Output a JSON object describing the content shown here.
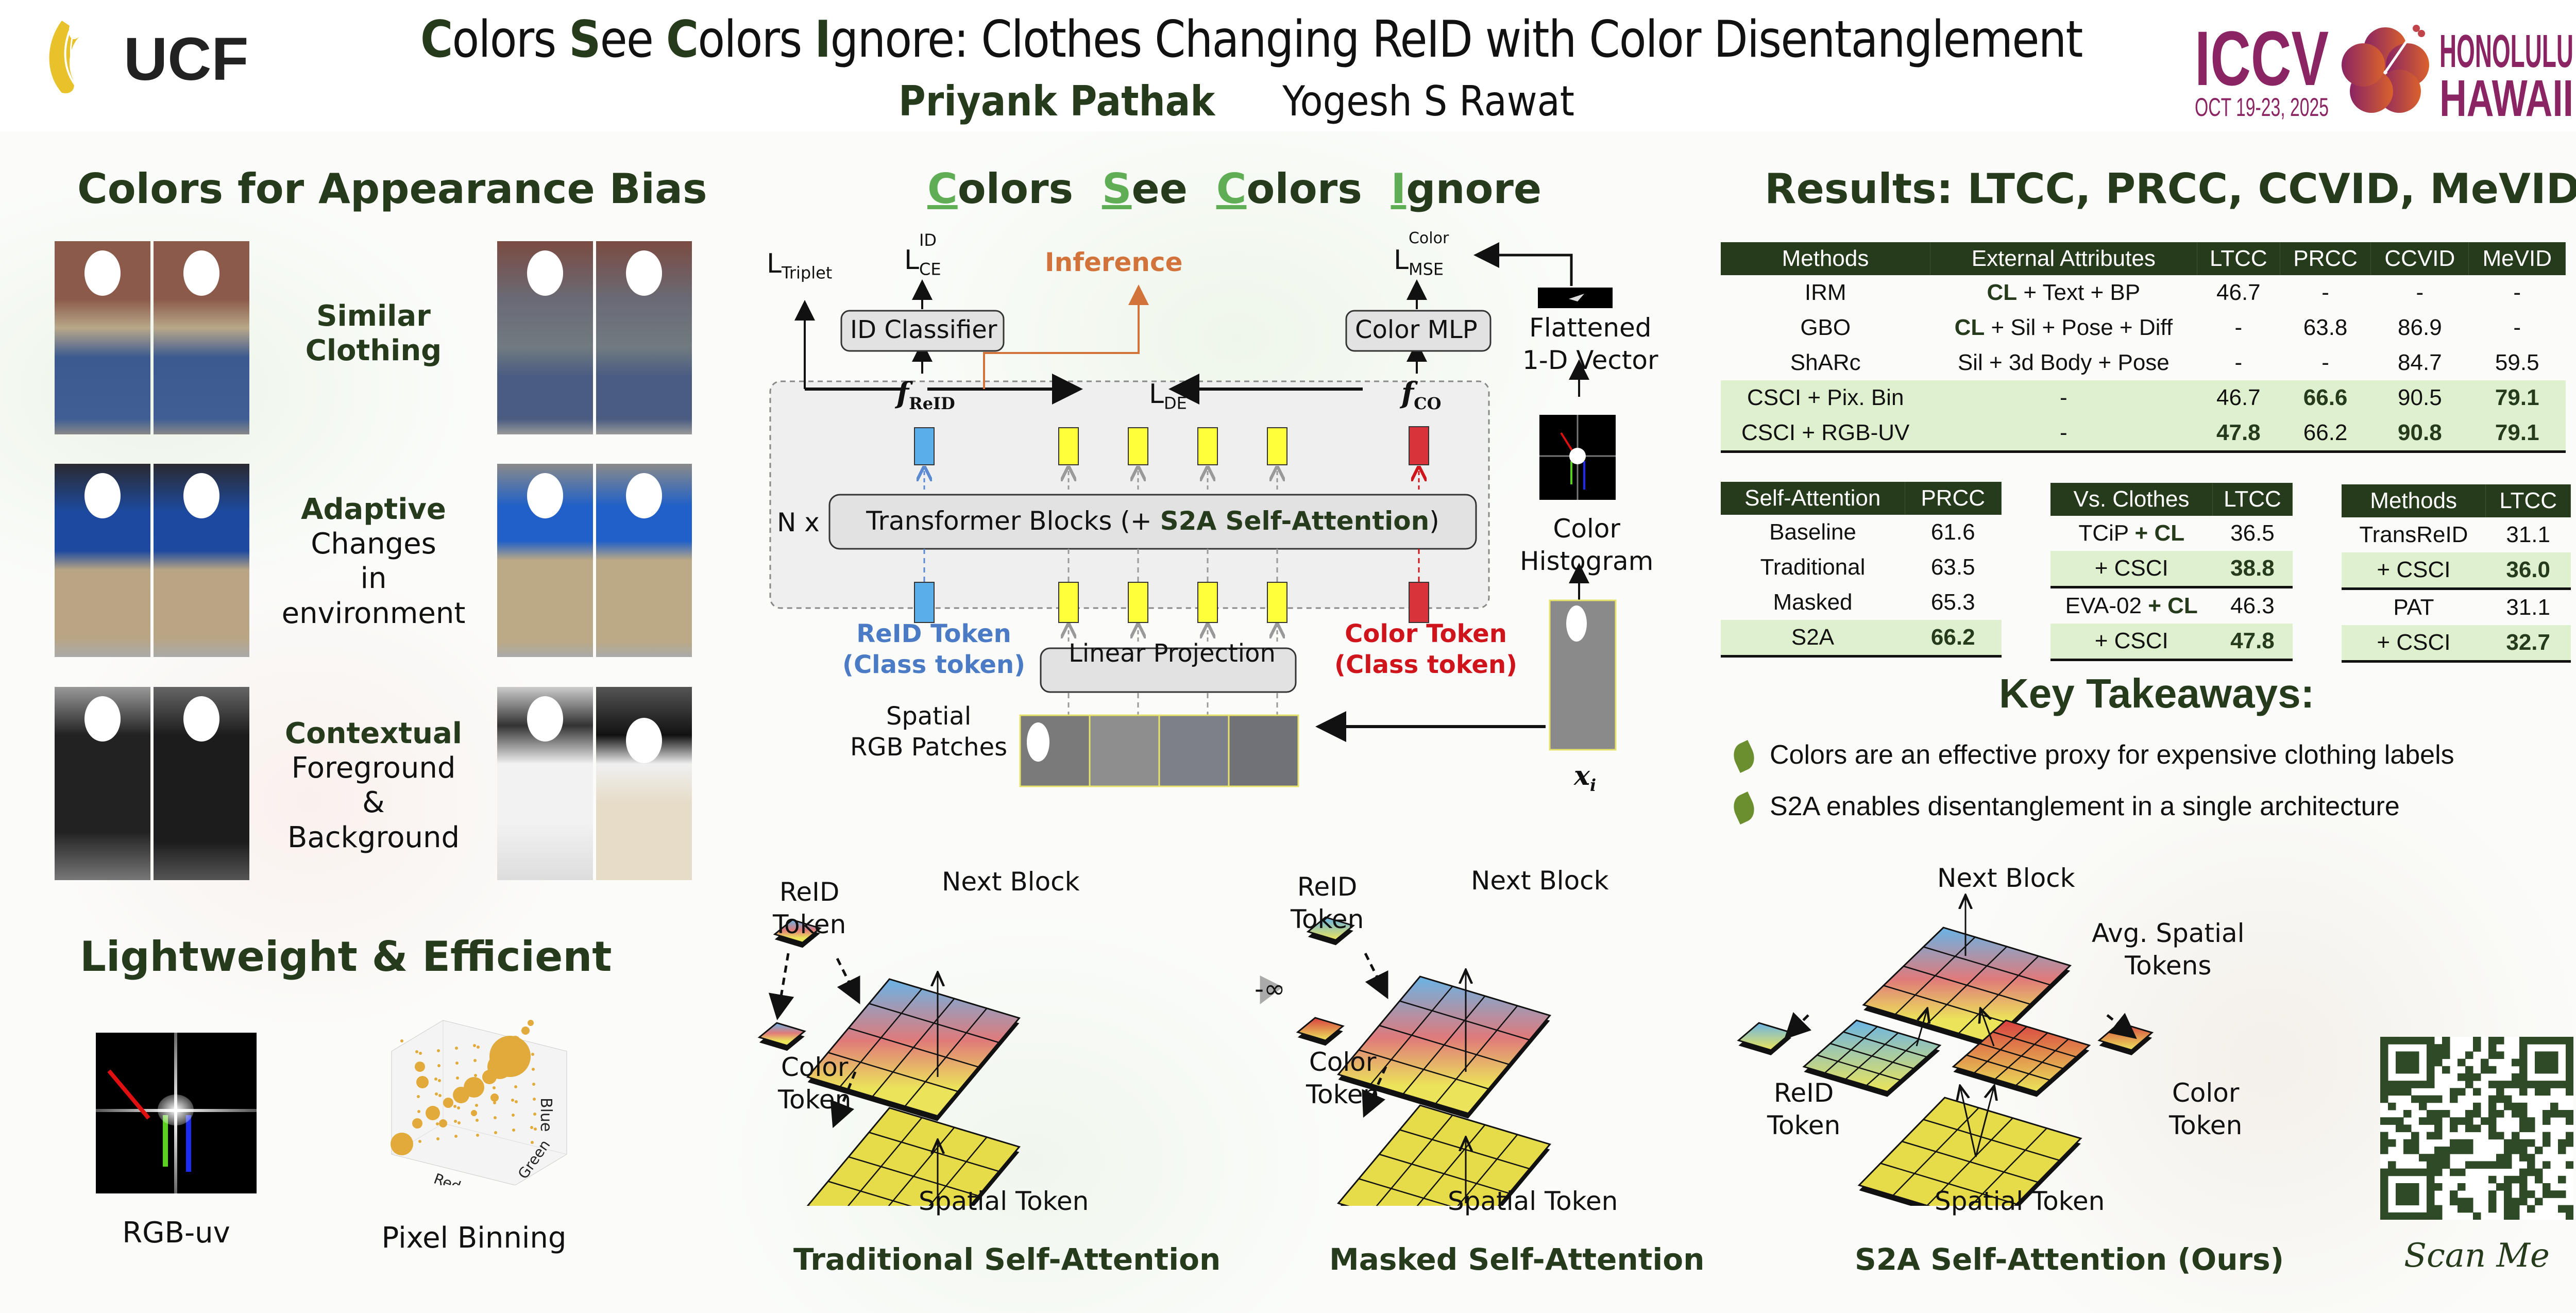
{
  "header": {
    "university": "UCF",
    "title_parts": [
      {
        "text": "C",
        "accent": true
      },
      {
        "text": "olors ",
        "accent": false
      },
      {
        "text": "S",
        "accent": true
      },
      {
        "text": "ee ",
        "accent": false
      },
      {
        "text": "C",
        "accent": true
      },
      {
        "text": "olors ",
        "accent": false
      },
      {
        "text": "I",
        "accent": true
      },
      {
        "text": "gnore: Clothes Changing ReID with Color Disentanglement",
        "accent": false
      }
    ],
    "authors": [
      "Priyank Pathak",
      "Yogesh S Rawat"
    ],
    "conference": {
      "name": "ICCV",
      "dates": "OCT 19-23, 2025",
      "city": "HONOLULU",
      "state": "HAWAII"
    }
  },
  "colors": {
    "dark_green": "#263a1c",
    "light_green": "#5fae55",
    "header_bg": "#263a1c",
    "highlight_row": "#dff0cf",
    "reid_blue": "#4a7bc4",
    "color_red": "#d0141b",
    "inference_orange": "#d2733b",
    "token_yellow": "#ffff3a",
    "token_blue": "#5aaeea",
    "token_red": "#d8323a",
    "iccv_purple": "#8a2463"
  },
  "appearance_bias": {
    "title": "Colors for Appearance Bias",
    "categories": [
      {
        "heading": "Similar",
        "lines": [
          "Clothing"
        ],
        "heading_bold_all": true
      },
      {
        "heading": "Adaptive",
        "lines": [
          "Changes",
          "in",
          "environment"
        ]
      },
      {
        "heading": "Contextual",
        "lines": [
          "Foreground",
          "&",
          "Background"
        ]
      }
    ]
  },
  "lightweight": {
    "title": "Lightweight & Efficient",
    "items": [
      {
        "label": "RGB-uv"
      },
      {
        "label": "Pixel Binning",
        "axes": [
          "Red",
          "Green",
          "Blue"
        ]
      }
    ]
  },
  "method": {
    "title_parts": [
      {
        "text": "C",
        "accent": true
      },
      {
        "text": "olors  ",
        "accent": false
      },
      {
        "text": "S",
        "accent": true
      },
      {
        "text": "ee  ",
        "accent": false
      },
      {
        "text": "C",
        "accent": true
      },
      {
        "text": "olors  ",
        "accent": false
      },
      {
        "text": "I",
        "accent": true
      },
      {
        "text": "gnore",
        "accent": false
      }
    ],
    "loss_triplet": "L",
    "loss_triplet_sub": "Triplet",
    "loss_ce": "L",
    "loss_ce_sup": "ID",
    "loss_ce_sub": "CE",
    "inference": "Inference",
    "loss_mse": "L",
    "loss_mse_sup": "Color",
    "loss_mse_sub": "MSE",
    "id_classifier": "ID Classifier",
    "color_mlp": "Color MLP",
    "f_reid": "f",
    "f_reid_sub": "ReID",
    "l_de": "L",
    "l_de_sub": "DE",
    "f_co": "f",
    "f_co_sub": "CO",
    "n_x": "N x",
    "transformer_prefix": "Transformer Blocks (+ ",
    "transformer_bold": "S2A Self-Attention",
    "transformer_suffix": ")",
    "reid_token": [
      "ReID Token",
      "(Class token)"
    ],
    "color_token": [
      "Color Token",
      "(Class token)"
    ],
    "linear_projection": "Linear Projection",
    "spatial_patches": [
      "Spatial",
      "RGB Patches"
    ],
    "flattened": [
      "Flattened",
      "1-D Vector"
    ],
    "color_histogram": [
      "Color",
      "Histogram"
    ],
    "input": "x",
    "input_sub": "i"
  },
  "attention_diagrams": [
    {
      "title": "Traditional Self-Attention",
      "next_block": "Next Block",
      "reid_token": [
        "ReID",
        "Token"
      ],
      "color_token": [
        "Color",
        "Token"
      ],
      "spatial": "Spatial Token"
    },
    {
      "title": "Masked Self-Attention",
      "next_block": "Next Block",
      "reid_token": [
        "ReID",
        "Token"
      ],
      "color_token": [
        "Color",
        "Token"
      ],
      "spatial": "Spatial Token",
      "mask_label": "-∞"
    },
    {
      "title": "S2A Self-Attention (Ours)",
      "next_block": "Next Block",
      "avg_spatial": [
        "Avg. Spatial",
        "Tokens"
      ],
      "reid_token": [
        "ReID",
        "Token"
      ],
      "color_token": [
        "Color",
        "Token"
      ],
      "spatial": "Spatial Token"
    }
  ],
  "results": {
    "title": "Results: LTCC, PRCC, CCVID, MeVID",
    "main_table": {
      "headers": [
        "Methods",
        "External Attributes",
        "LTCC",
        "PRCC",
        "CCVID",
        "MeVID"
      ],
      "rows": [
        {
          "cells": [
            "IRM",
            "CL + Text + BP",
            "46.7",
            "-",
            "-",
            "-"
          ],
          "highlight": false,
          "bold": []
        },
        {
          "cells": [
            "GBO",
            "CL + Sil + Pose + Diff",
            "-",
            "63.8",
            "86.9",
            "-"
          ],
          "highlight": false,
          "bold": []
        },
        {
          "cells": [
            "ShARc",
            "Sil + 3d Body + Pose",
            "-",
            "-",
            "84.7",
            "59.5"
          ],
          "highlight": false,
          "bold": []
        },
        {
          "cells": [
            "CSCI + Pix. Bin",
            "-",
            "46.7",
            "66.6",
            "90.5",
            "79.1"
          ],
          "highlight": true,
          "bold": [
            3,
            5
          ]
        },
        {
          "cells": [
            "CSCI + RGB-UV",
            "-",
            "47.8",
            "66.2",
            "90.8",
            "79.1"
          ],
          "highlight": true,
          "bold": [
            2,
            4,
            5
          ]
        }
      ]
    },
    "attention_table": {
      "headers": [
        "Self-Attention",
        "PRCC"
      ],
      "rows": [
        {
          "cells": [
            "Baseline",
            "61.6"
          ],
          "highlight": false
        },
        {
          "cells": [
            "Traditional",
            "63.5"
          ],
          "highlight": false
        },
        {
          "cells": [
            "Masked",
            "65.3"
          ],
          "highlight": false
        },
        {
          "cells": [
            "S2A",
            "66.2"
          ],
          "highlight": true
        }
      ]
    },
    "clothes_table": {
      "headers": [
        "Vs. Clothes",
        "LTCC"
      ],
      "rows": [
        {
          "cells": [
            "TCiP + CL",
            "36.5"
          ],
          "highlight": false
        },
        {
          "cells": [
            "+ CSCI",
            "38.8"
          ],
          "highlight": true
        },
        {
          "cells": [
            "EVA-02 + CL",
            "46.3"
          ],
          "highlight": false
        },
        {
          "cells": [
            "+ CSCI",
            "47.8"
          ],
          "highlight": true
        }
      ]
    },
    "methods_table": {
      "headers": [
        "Methods",
        "LTCC"
      ],
      "rows": [
        {
          "cells": [
            "TransReID",
            "31.1"
          ],
          "highlight": false
        },
        {
          "cells": [
            "+ CSCI",
            "36.0"
          ],
          "highlight": true
        },
        {
          "cells": [
            "PAT",
            "31.1"
          ],
          "highlight": false
        },
        {
          "cells": [
            "+ CSCI",
            "32.7"
          ],
          "highlight": true
        }
      ]
    }
  },
  "takeaways": {
    "title": "Key Takeaways:",
    "items": [
      "Colors are an effective proxy for expensive clothing labels",
      "S2A enables disentanglement in a single architecture"
    ]
  },
  "qr": {
    "label": "Scan Me"
  }
}
